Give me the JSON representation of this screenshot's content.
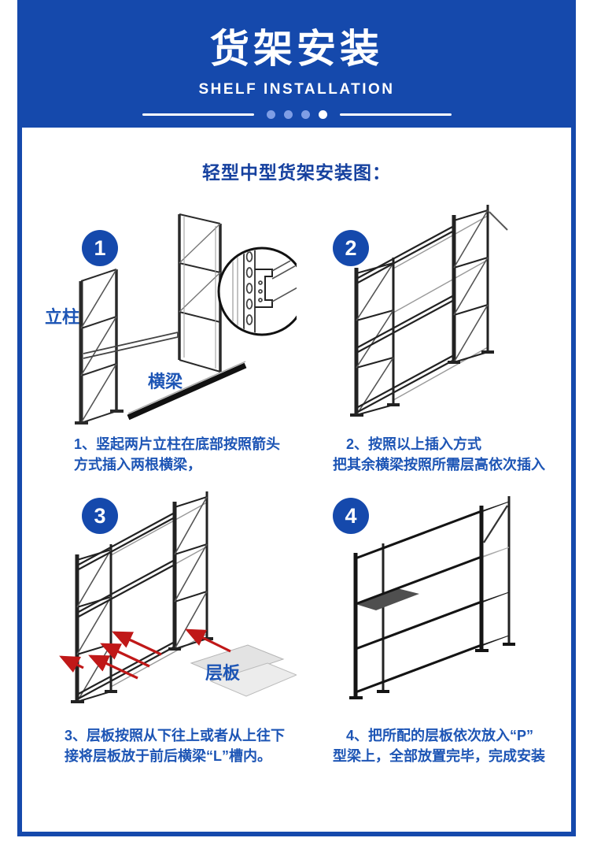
{
  "theme": {
    "primary_blue": "#1549ac",
    "caption_blue": "#1d55b5",
    "section_title_blue": "#16419f",
    "divider_dot_light": "#7f9ee5",
    "divider_dot_active": "#ffffff",
    "arrow_red": "#c01818"
  },
  "header": {
    "title": "货架安装",
    "subtitle": "SHELF INSTALLATION"
  },
  "divider": {
    "dot_count": 4,
    "active_dot_index": 3
  },
  "section": {
    "title": "轻型中型货架安装图："
  },
  "steps": [
    {
      "number": "1",
      "caption_line1": "1、竖起两片立柱在底部按照箭头",
      "caption_line2": "方式插入两根横梁，",
      "label_post": "立柱",
      "label_beam": "横梁"
    },
    {
      "number": "2",
      "caption_line1": "2、按照以上插入方式",
      "caption_line2": "把其余横梁按照所需层高依次插入"
    },
    {
      "number": "3",
      "caption_line1": "3、层板按照从下往上或者从上往下",
      "caption_line2": "接将层板放于前后横梁“L”槽内。",
      "label_panel": "层板"
    },
    {
      "number": "4",
      "caption_line1": "4、把所配的层板依次放入“P”",
      "caption_line2": "型梁上，全部放置完毕，完成安装"
    }
  ]
}
